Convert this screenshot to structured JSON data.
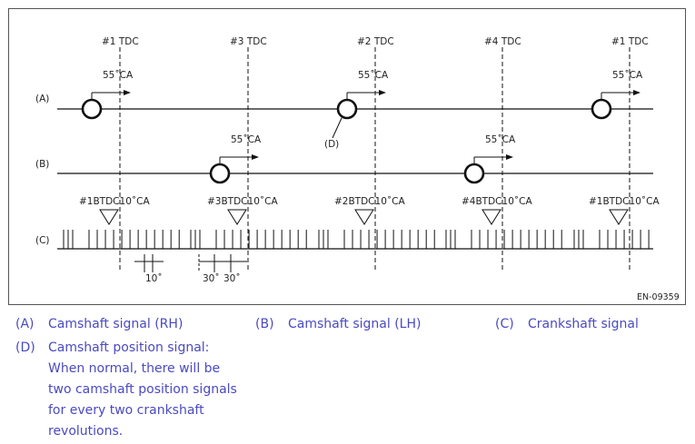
{
  "figure": {
    "tdc_labels": [
      "#1 TDC",
      "#3 TDC",
      "#2 TDC",
      "#4 TDC",
      "#1 TDC"
    ],
    "angle_labels": [
      "55˚CA",
      "55˚CA",
      "55˚CA",
      "55˚CA",
      "55˚CA"
    ],
    "row_labels": [
      "(A)",
      "(B)",
      "(C)"
    ],
    "pointer_label": "(D)",
    "btdc_labels": [
      "#1BTDC10˚CA",
      "#3BTDC10˚CA",
      "#2BTDC10˚CA",
      "#4BTDC10˚CA",
      "#1BTDC10˚CA"
    ],
    "dim_10": "10˚",
    "dim_30a": "30˚",
    "dim_30b": "30˚",
    "figure_id": "EN-09359"
  },
  "legend": {
    "a": {
      "code": "(A)",
      "text": "Camshaft signal (RH)"
    },
    "b": {
      "code": "(B)",
      "text": "Camshaft signal (LH)"
    },
    "c": {
      "code": "(C)",
      "text": "Crankshaft signal"
    },
    "d": {
      "code": "(D)",
      "lines": [
        "Camshaft position signal:",
        "When normal, there will be",
        "two camshaft position signals",
        "for every two crankshaft",
        "revolutions."
      ]
    }
  },
  "colors": {
    "legend_text": "#4a4ac0",
    "lines": "#111111"
  }
}
